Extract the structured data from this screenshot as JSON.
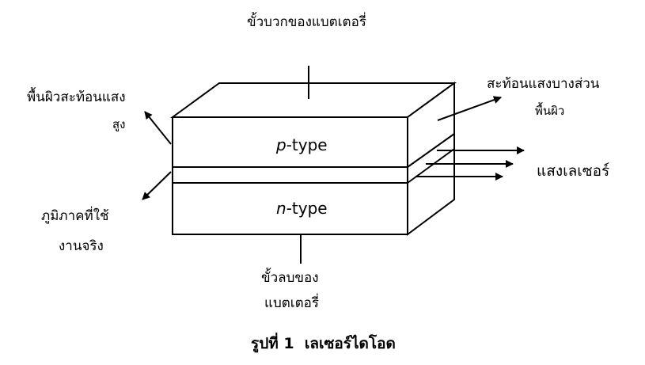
{
  "labels": {
    "positive_terminal": "ขั้วบวกของแบตเตอรี่",
    "high_reflective_surface_line1": "พื้นผิวสะท้อนแสง",
    "high_reflective_surface_line2": "สูง",
    "partial_reflective_surface_line1": "สะท้อนแสงบางส่วน",
    "partial_reflective_surface_line2": "พื้นผิว",
    "active_region_line1": "ภูมิภาคที่ใช้",
    "active_region_line2": "งานจริง",
    "laser_light": "แสงเลเซอร์",
    "negative_terminal_line1": "ขั้วลบของ",
    "negative_terminal_line2": "แบตเตอรี่"
  },
  "layers": {
    "p_prefix": "p",
    "p_suffix": "-type",
    "n_prefix": "n",
    "n_suffix": "-type"
  },
  "caption": {
    "number": "รูปที่ 1",
    "title": "เลเซอร์ไดโอด"
  },
  "colors": {
    "line": "#000000",
    "background": "#ffffff"
  }
}
